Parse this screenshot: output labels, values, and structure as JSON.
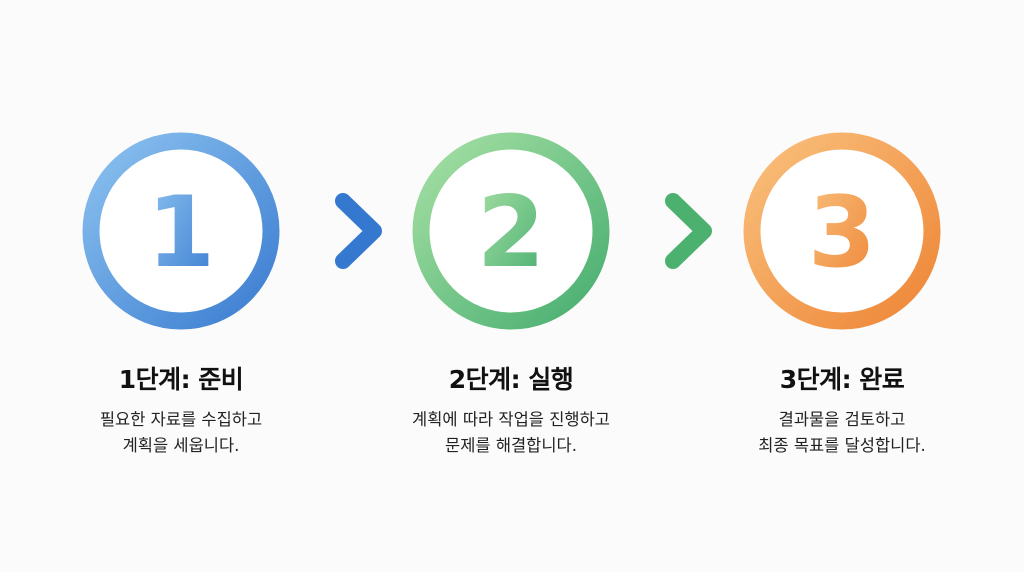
{
  "steps": [
    {
      "number": "1",
      "title": "1단계: 준비",
      "desc_line1": "필요한 자료를 수집하고",
      "desc_line2": "계획을 세웁니다.",
      "color_light": "#8ec0ee",
      "color_dark": "#3a7fd0"
    },
    {
      "number": "2",
      "title": "2단계: 실행",
      "desc_line1": "계획에 따라 작업을 진행하고",
      "desc_line2": "문제를 해결합니다.",
      "color_light": "#a4dfa2",
      "color_dark": "#4cb072"
    },
    {
      "number": "3",
      "title": "3단계: 완료",
      "desc_line1": "결과물을 검토하고",
      "desc_line2": "최종 목표를 달성합니다.",
      "color_light": "#f8bd78",
      "color_dark": "#ef8a3a"
    }
  ],
  "arrows": [
    {
      "from": "1",
      "to": "2",
      "color": "#3e82d2"
    },
    {
      "from": "2",
      "to": "3",
      "color": "#53b572"
    }
  ]
}
